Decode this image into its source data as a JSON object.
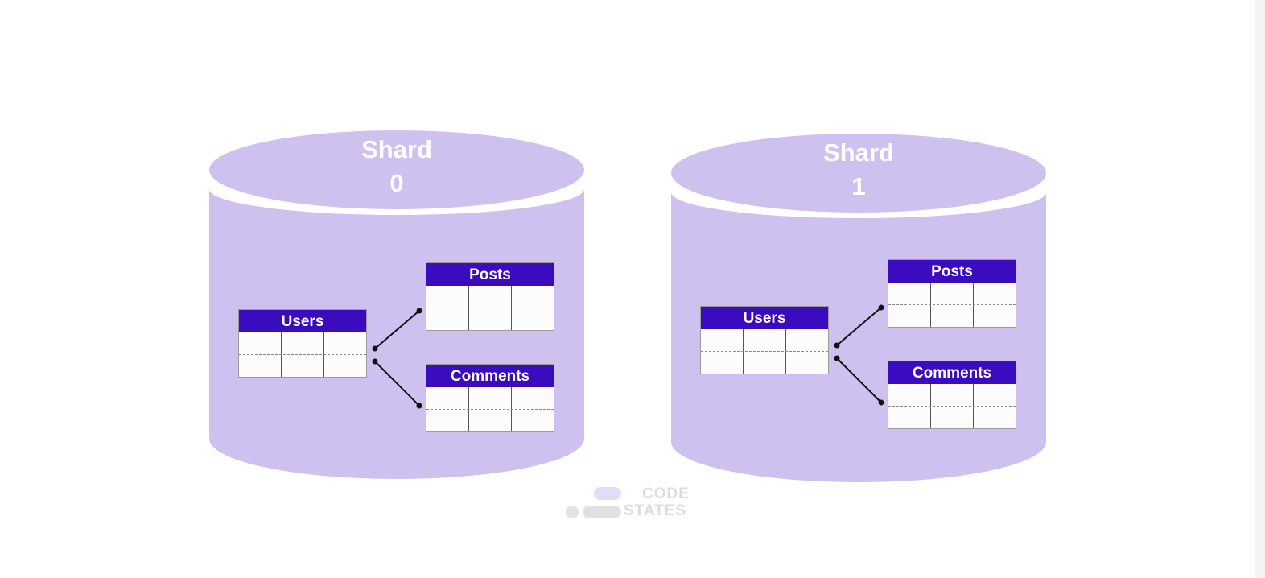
{
  "colors": {
    "cylinder": "#cfc1ef",
    "table_header": "#3b0bc0",
    "connector": "#111111",
    "logo": "#dcdcdc"
  },
  "shards": [
    {
      "title_line1": "Shard",
      "title_line2": "0",
      "tables": {
        "users": "Users",
        "posts": "Posts",
        "comments": "Comments"
      }
    },
    {
      "title_line1": "Shard",
      "title_line2": "1",
      "tables": {
        "users": "Users",
        "posts": "Posts",
        "comments": "Comments"
      }
    }
  ],
  "logo": {
    "line1": "CODE",
    "line2": "STATES"
  }
}
